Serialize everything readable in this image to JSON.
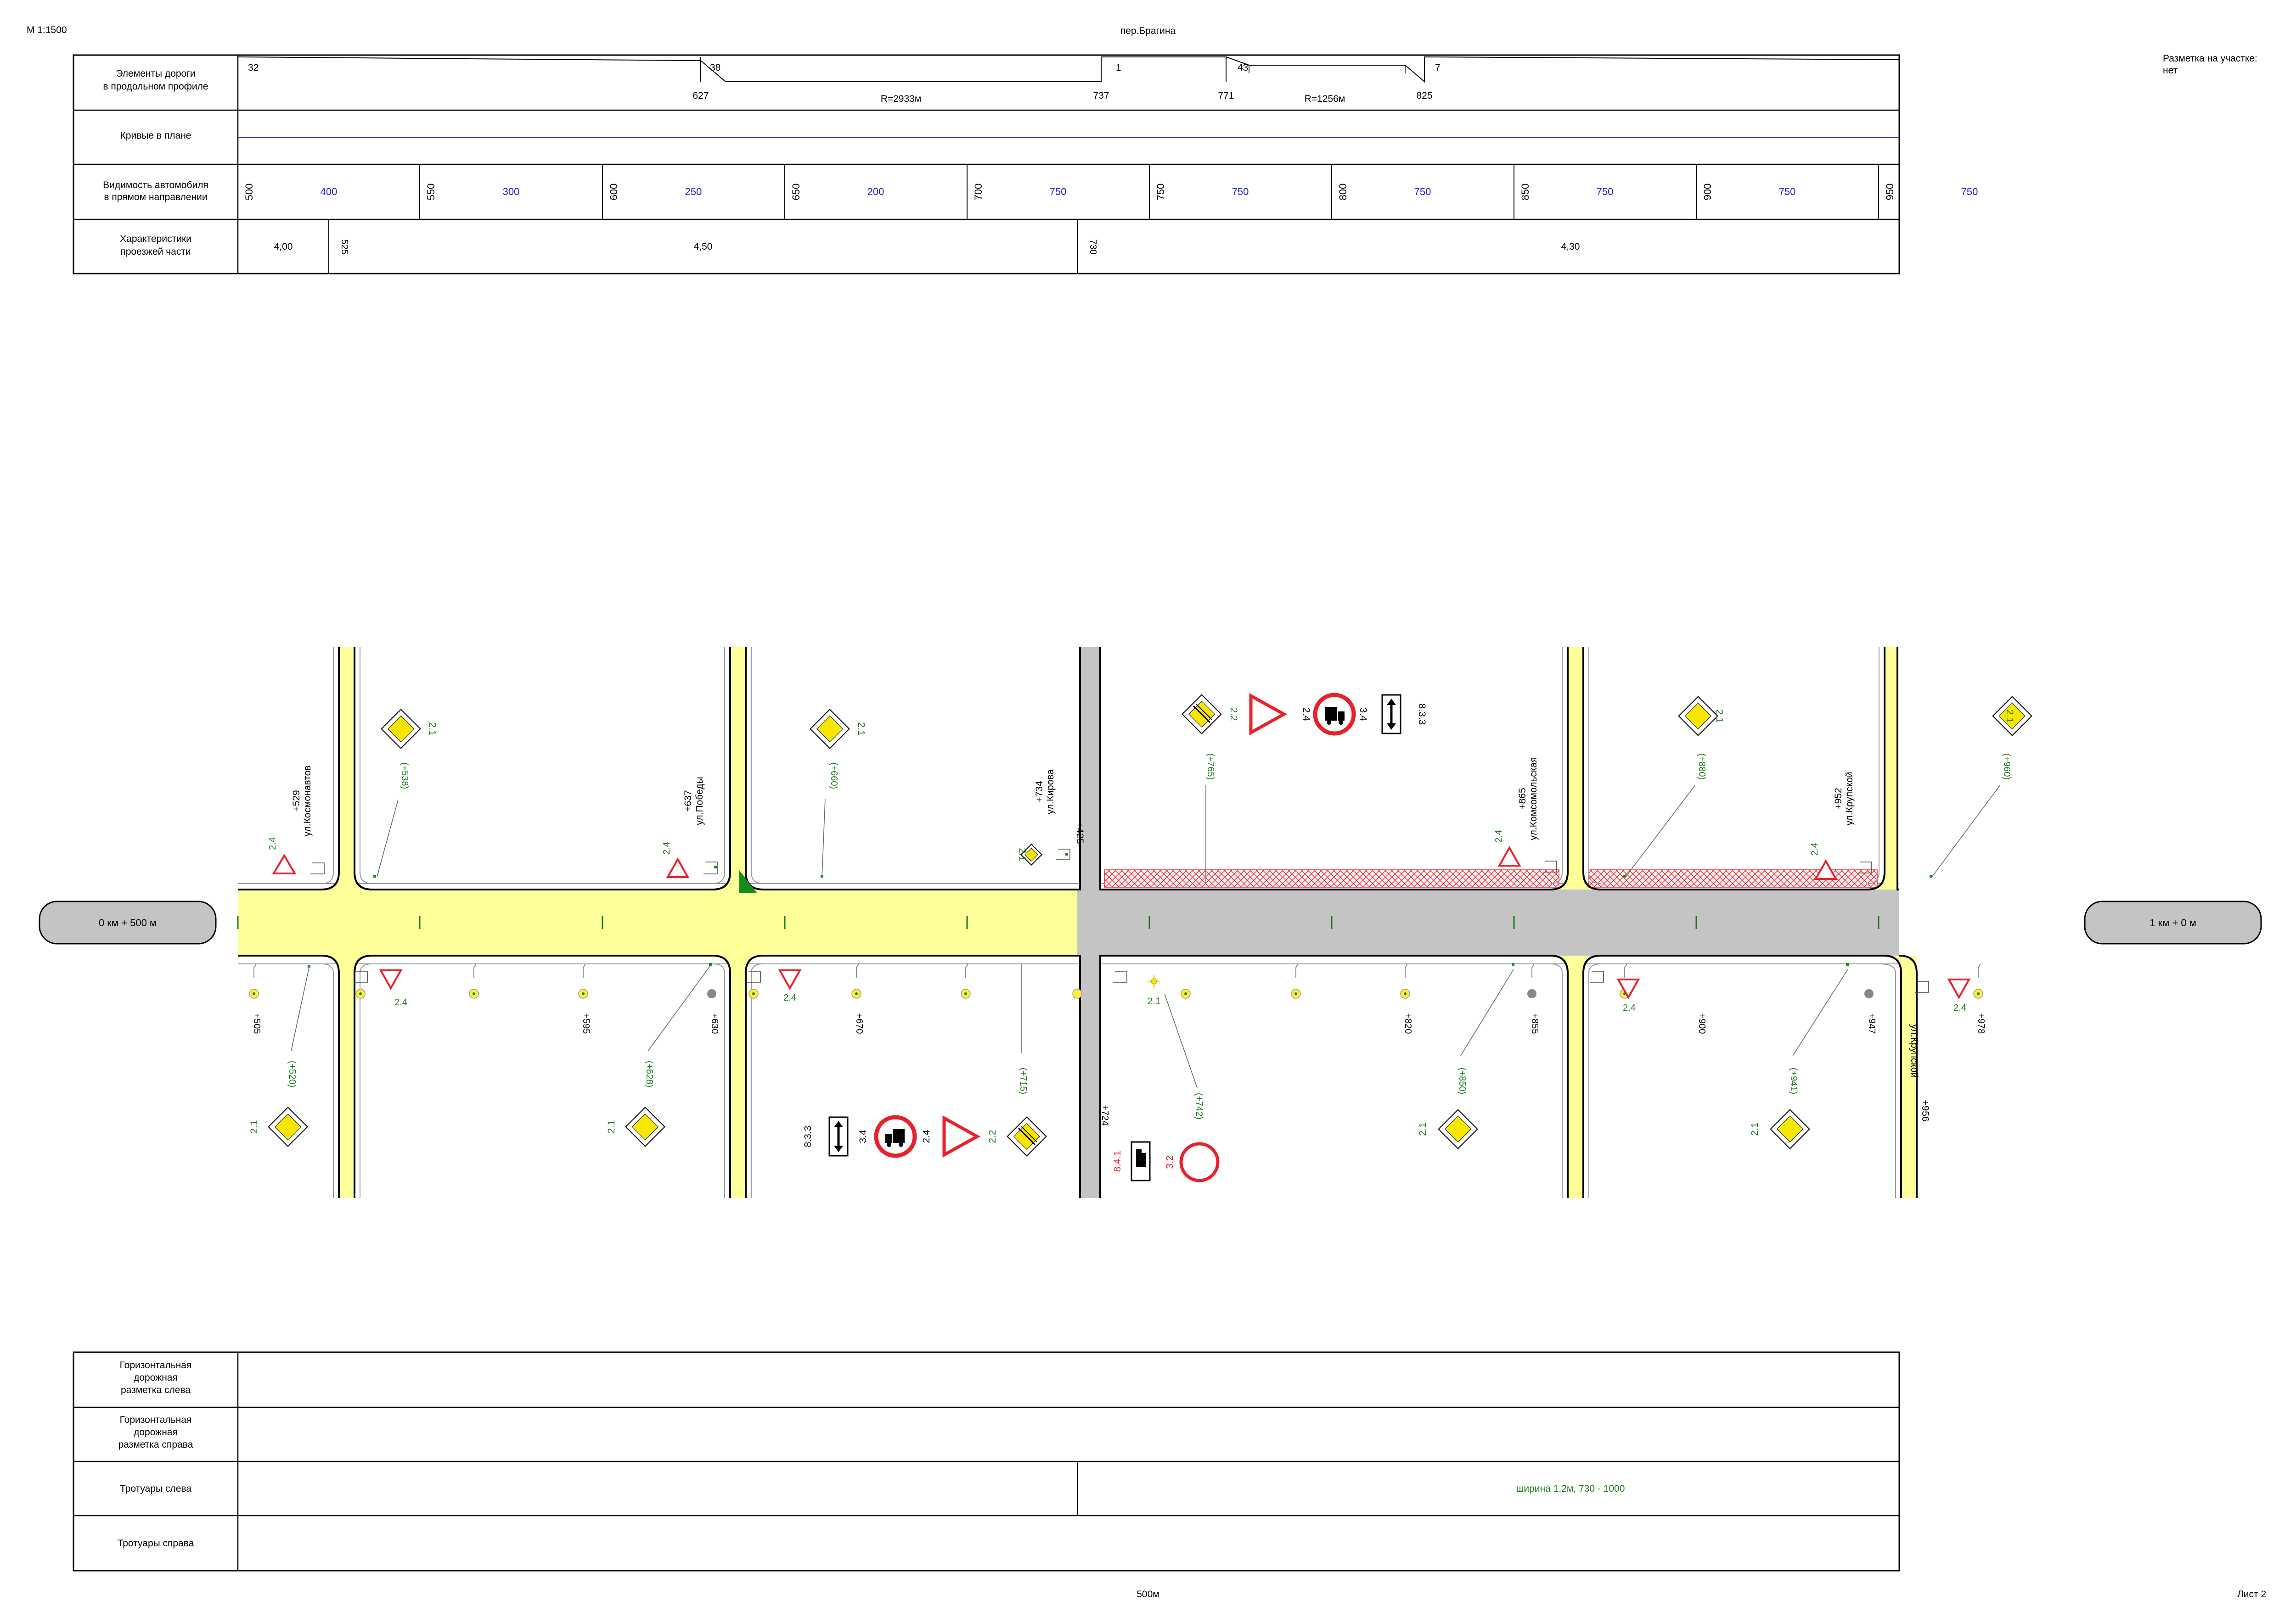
{
  "header": {
    "scale": "М 1:1500",
    "street": "пер.Брагина",
    "marking_label": "Разметка на участке:",
    "marking_value": "нет"
  },
  "footer": {
    "length": "500м",
    "sheet": "Лист 2"
  },
  "top_table": {
    "row_labels": [
      [
        "Элементы дороги",
        "в продольном профиле"
      ],
      [
        "Кривые в плане"
      ],
      [
        "Видимость автомобиля",
        "в прямом направлении"
      ],
      [
        "Характеристики",
        "проезжей части"
      ]
    ],
    "profile": {
      "grades": [
        "32",
        "38",
        "1",
        "43",
        "7"
      ],
      "points": [
        "627",
        "737",
        "771",
        "825"
      ],
      "radii": [
        "R=2933м",
        "R=1256м"
      ]
    },
    "visibility": {
      "stations": [
        "500",
        "550",
        "600",
        "650",
        "700",
        "750",
        "800",
        "850",
        "900",
        "950"
      ],
      "values": [
        "400",
        "300",
        "250",
        "200",
        "750",
        "750",
        "750",
        "750",
        "750",
        "750"
      ]
    },
    "carriageway": {
      "breaks": [
        "525",
        "730"
      ],
      "widths": [
        "4,00",
        "4,50",
        "4,30"
      ]
    }
  },
  "plan": {
    "start_label": "0 км + 500 м",
    "end_label": "1 км + 0 м",
    "streets": [
      "ул.Космонавтов",
      "ул.Победы",
      "ул.Кирова",
      "ул.Комсомольская",
      "ул.Крупской",
      "ул.Крупской"
    ],
    "street_stations": [
      "+529",
      "+637",
      "+734",
      "+865",
      "+952",
      "+956"
    ],
    "top_sign_stations": [
      "(+538)",
      "(+660)",
      "(+765)",
      "(+880)",
      "(+960)"
    ],
    "bottom_sign_stations": [
      "(+520)",
      "(+628)",
      "(+715)",
      "(+742)",
      "(+850)",
      "(+941)"
    ],
    "pole_stations": [
      "+505",
      "+595",
      "+630",
      "+670",
      "+724",
      "+820",
      "+855",
      "+900",
      "+947",
      "+978"
    ],
    "extra_station": "+425",
    "sign_codes": [
      "2.1",
      "2.2",
      "2.4",
      "3.4",
      "8.3.3",
      "3.2",
      "8.4.1"
    ]
  },
  "bottom_table": {
    "row_labels": [
      [
        "Горизонтальная",
        "дорожная",
        "разметка слева"
      ],
      [
        "Горизонтальная",
        "дорожная",
        "разметка справа"
      ],
      [
        "Тротуары слева"
      ],
      [
        "Тротуары справа"
      ]
    ],
    "sidewalk_left_value": "ширина 1,2м, 730 - 1000"
  },
  "colors": {
    "road_yellow": "#ffff99",
    "road_gray": "#c4c4c4",
    "sign_red": "#e8212a",
    "sign_yellow": "#f7e600",
    "green_text": "#1a7a1a",
    "blue_text": "#2222cc"
  }
}
